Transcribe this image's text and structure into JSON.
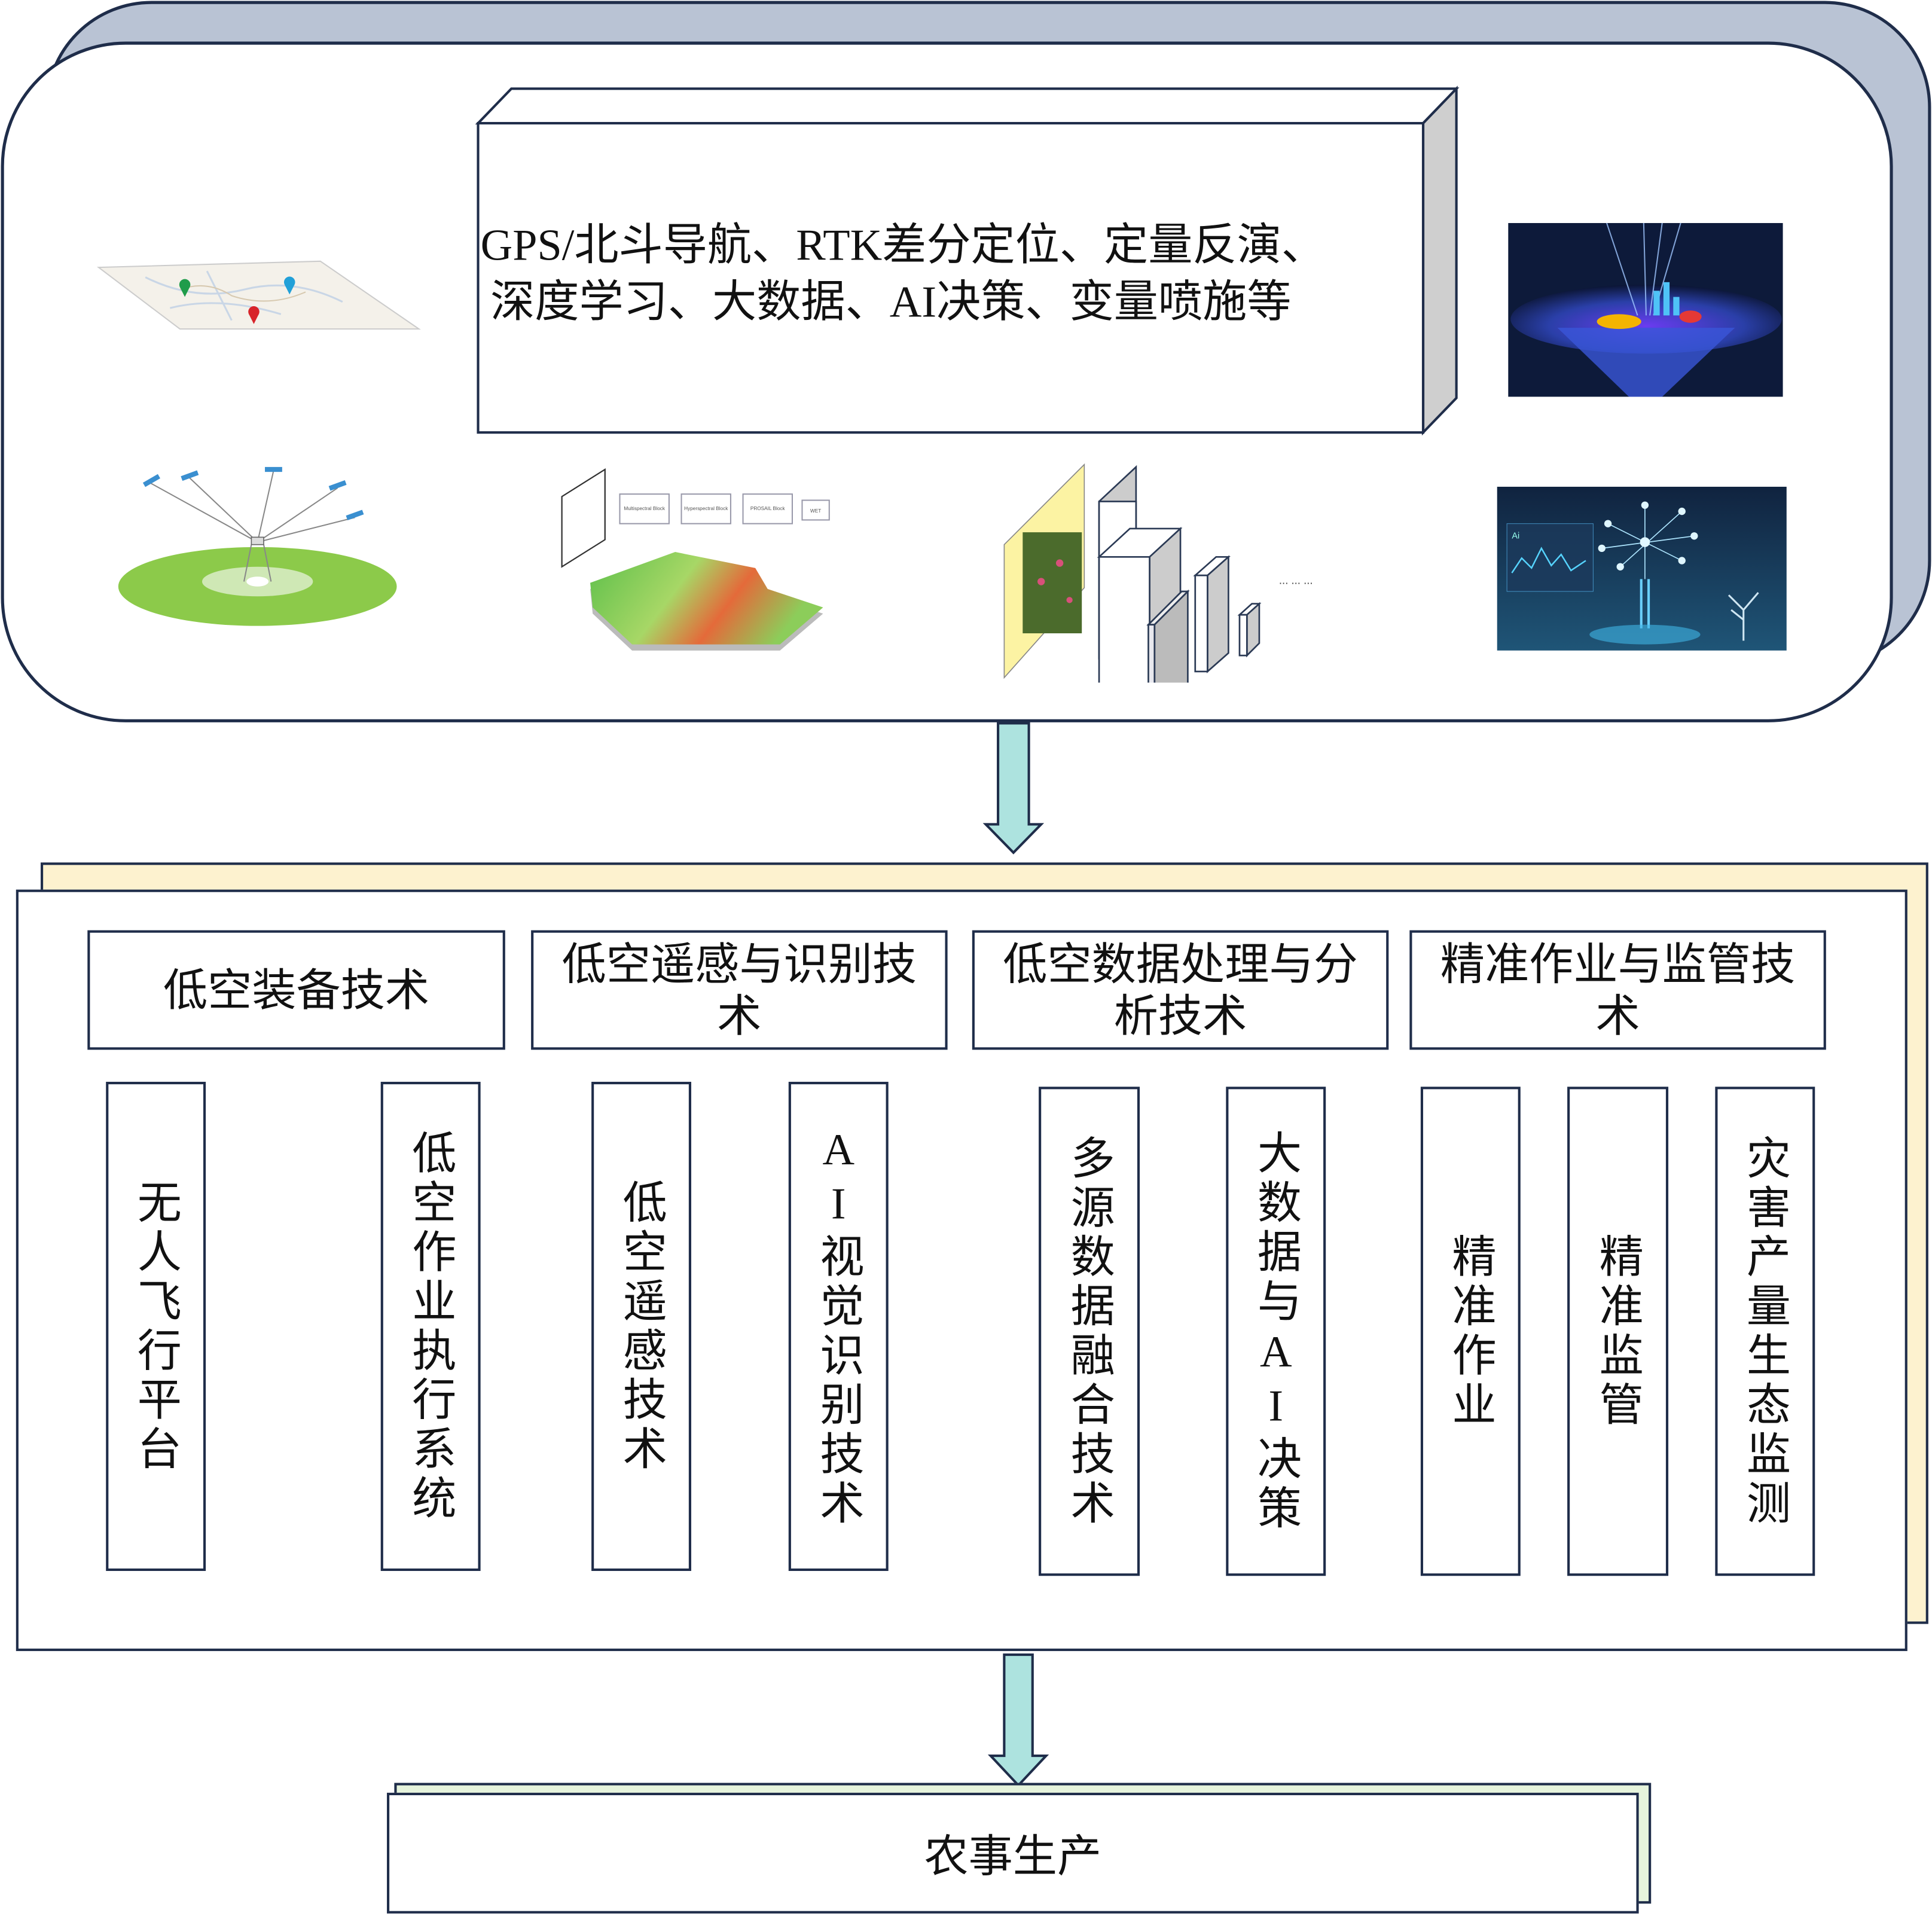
{
  "top_panel": {
    "tech_text_line1": "GPS/北斗导航、RTK差分定位、定量反演、",
    "tech_text_line2": "深度学习、大数据、AI决策、变量喷施等",
    "flowchart_blocks": [
      "Multispectral Block",
      "Hyperspectral Block",
      "PROSAIL Block",
      "WET"
    ],
    "cnn_ellipsis": "... ... ..."
  },
  "middle_panel": {
    "categories": [
      {
        "title": "低空装备技术",
        "items": [
          "无人飞行平台",
          "低空作业执行系统"
        ]
      },
      {
        "title": "低空遥感与识别技术",
        "items": [
          "低空遥感技术",
          "AI视觉识别技术"
        ]
      },
      {
        "title": "低空数据处理与分析技术",
        "items": [
          "多源数据融合技术",
          "大数据与AI决策"
        ]
      },
      {
        "title": "精准作业与监管技术",
        "items": [
          "精准作业",
          "精准监管",
          "灾害产量生态监测"
        ]
      }
    ]
  },
  "bottom_panel": {
    "label": "农事生产"
  },
  "colors": {
    "border": "#1f2d4a",
    "top_back": "#b9c3d4",
    "middle_back": "#fdf2cf",
    "bottom_back": "#e6f4dc",
    "arrow": "#ade3df"
  }
}
